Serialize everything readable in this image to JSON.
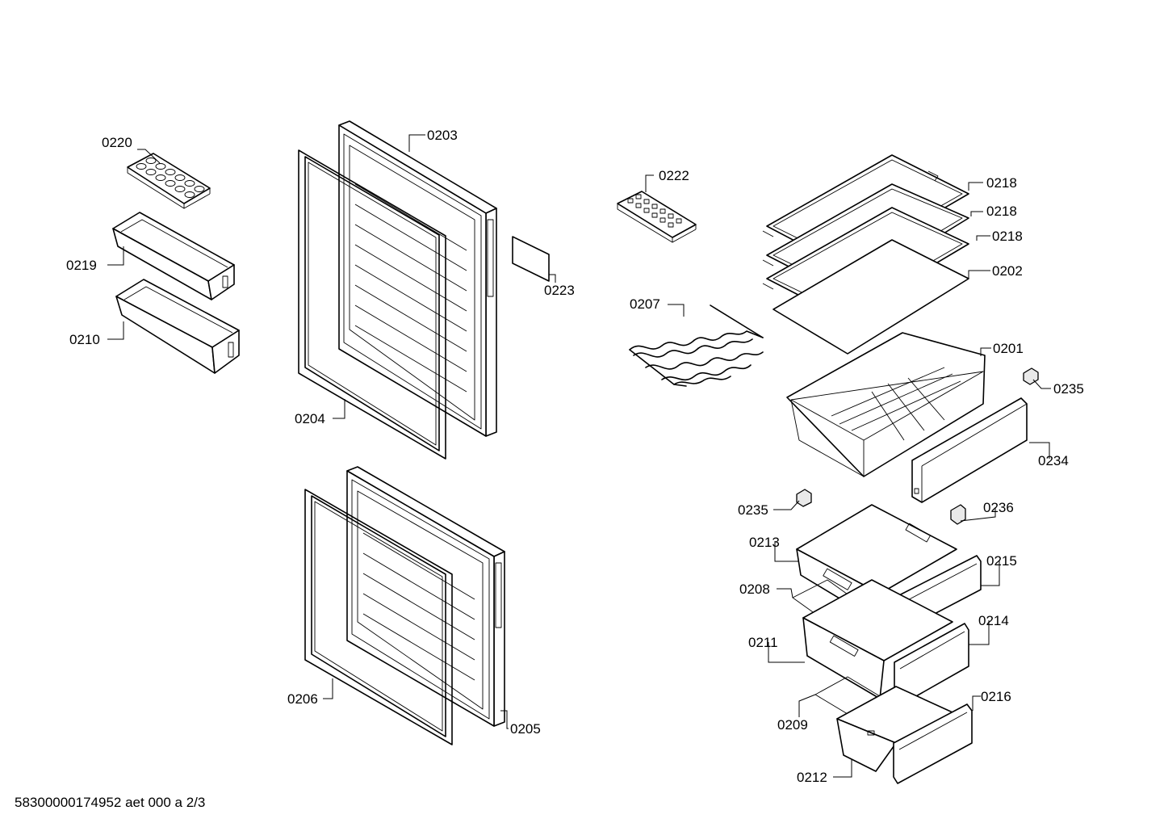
{
  "parts": {
    "p0220": "0220",
    "p0219": "0219",
    "p0210": "0210",
    "p0203": "0203",
    "p0204": "0204",
    "p0223": "0223",
    "p0206": "0206",
    "p0205": "0205",
    "p0222": "0222",
    "p0207": "0207",
    "p0218a": "0218",
    "p0218b": "0218",
    "p0218c": "0218",
    "p0202": "0202",
    "p0201": "0201",
    "p0235a": "0235",
    "p0234": "0234",
    "p0235b": "0235",
    "p0236": "0236",
    "p0213": "0213",
    "p0215": "0215",
    "p0208": "0208",
    "p0214": "0214",
    "p0211": "0211",
    "p0216": "0216",
    "p0209": "0209",
    "p0212": "0212"
  },
  "footer": {
    "document_id": "58300000174952 aet 000 a 2/3"
  }
}
